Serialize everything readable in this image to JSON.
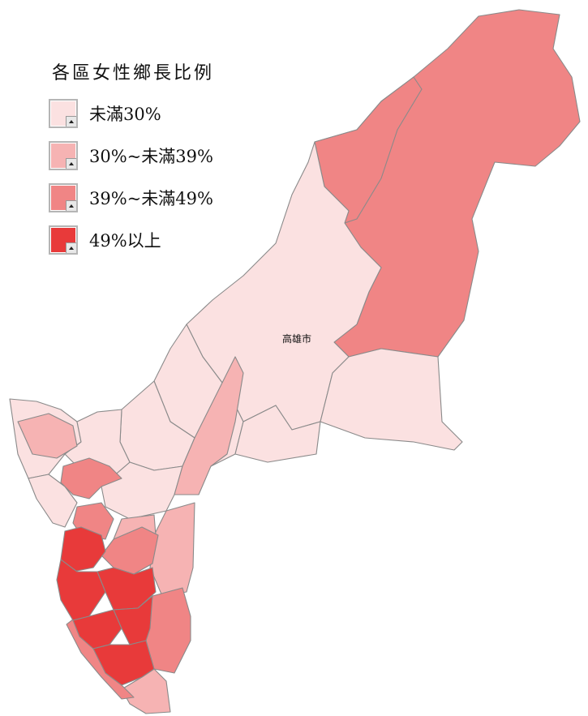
{
  "legend": {
    "title": "各區女性鄉長比例",
    "items": [
      {
        "label": "未滿30%",
        "color": "#fbe1e1"
      },
      {
        "label": "30%~未滿39%",
        "color": "#f6b3b3"
      },
      {
        "label": "39%~未滿49%",
        "color": "#f08585"
      },
      {
        "label": "49%以上",
        "color": "#e83a3a"
      }
    ]
  },
  "map": {
    "city_label": "高雄市"
  }
}
